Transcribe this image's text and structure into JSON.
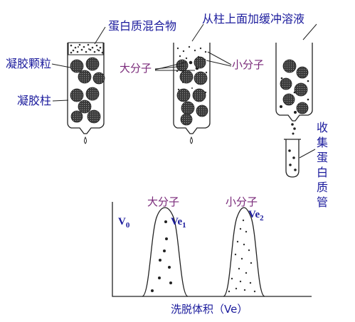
{
  "labels": {
    "protein_mixture": "蛋白质混合物",
    "add_buffer": "从柱上面加缓冲溶液",
    "gel_particles": "凝胶颗粒",
    "large_molecule": "大分子",
    "small_molecule": "小分子",
    "gel_column": "凝胶柱",
    "collect_tube": [
      "收",
      "集",
      "蛋",
      "白",
      "质",
      "管"
    ]
  },
  "chart": {
    "peak1_label": "大分子",
    "peak2_label": "小分子",
    "v0": "V",
    "v0_sub": "0",
    "ve1": "Ve",
    "ve1_sub": "1",
    "ve2": "Ve",
    "ve2_sub": "2",
    "xlabel": "洗脱体积（Ve）"
  },
  "colors": {
    "blue_text": "#1a1a9c",
    "purple_text": "#7a2a7a",
    "ink": "#222222",
    "bead": "#3a3a3a"
  }
}
